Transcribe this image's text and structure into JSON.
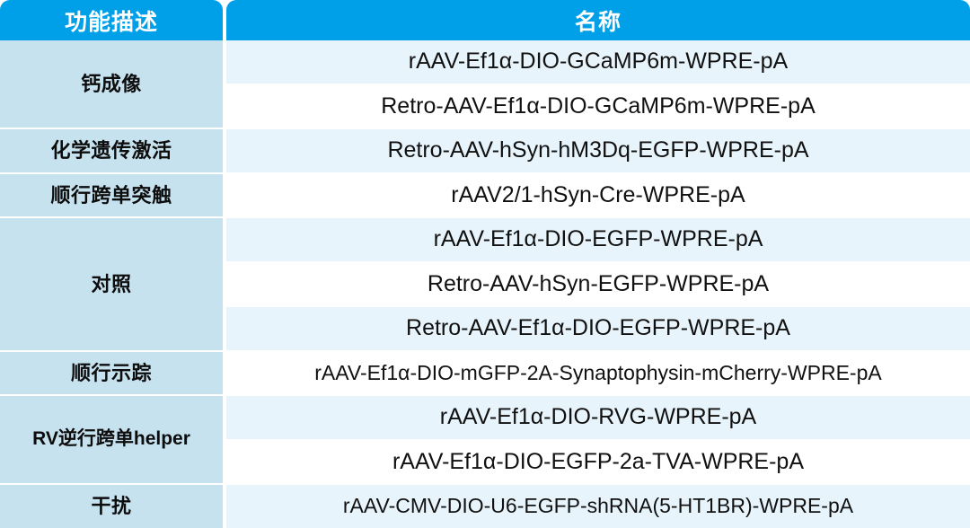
{
  "table": {
    "columns": [
      {
        "key": "function",
        "label": "功能描述"
      },
      {
        "key": "name",
        "label": "名称"
      }
    ],
    "colors": {
      "header_bg": "#00a0e9",
      "header_text": "#ffffff",
      "function_cell_bg": "#c7e2ef",
      "row_alt_bg": "#e8f4fb",
      "row_plain_bg": "#ffffff",
      "body_text": "#111111",
      "page_bg": "#ffffff"
    },
    "groups": [
      {
        "function": "钙成像",
        "rows": [
          "rAAV-Ef1α-DIO-GCaMP6m-WPRE-pA",
          "Retro-AAV-Ef1α-DIO-GCaMP6m-WPRE-pA"
        ]
      },
      {
        "function": "化学遗传激活",
        "rows": [
          "Retro-AAV-hSyn-hM3Dq-EGFP-WPRE-pA"
        ]
      },
      {
        "function": "顺行跨单突触",
        "rows": [
          "rAAV2/1-hSyn-Cre-WPRE-pA"
        ]
      },
      {
        "function": "对照",
        "rows": [
          "rAAV-Ef1α-DIO-EGFP-WPRE-pA",
          "Retro-AAV-hSyn-EGFP-WPRE-pA",
          "Retro-AAV-Ef1α-DIO-EGFP-WPRE-pA"
        ]
      },
      {
        "function": "顺行示踪",
        "rows": [
          "rAAV-Ef1α-DIO-mGFP-2A-Synaptophysin-mCherry-WPRE-pA"
        ]
      },
      {
        "function": "RV逆行跨单helper",
        "rows": [
          "rAAV-Ef1α-DIO-RVG-WPRE-pA",
          "rAAV-Ef1α-DIO-EGFP-2a-TVA-WPRE-pA"
        ]
      },
      {
        "function": "干扰",
        "rows": [
          "rAAV-CMV-DIO-U6-EGFP-shRNA(5-HT1BR)-WPRE-pA"
        ]
      }
    ]
  }
}
